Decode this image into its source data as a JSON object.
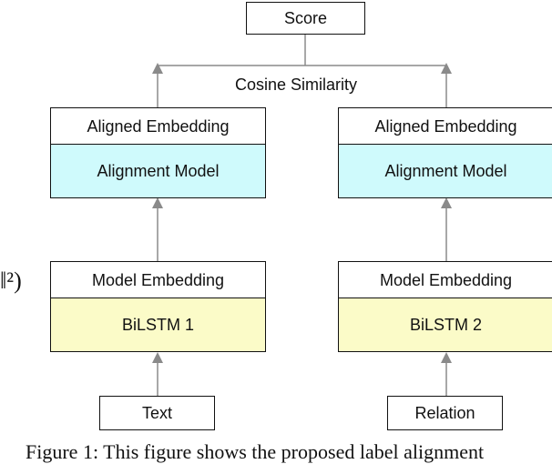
{
  "diagram": {
    "score": "Score",
    "similarity_label": "Cosine Similarity",
    "left": {
      "aligned_embedding": "Aligned Embedding",
      "alignment_model": "Alignment Model",
      "model_embedding": "Model Embedding",
      "encoder": "BiLSTM 1",
      "input": "Text"
    },
    "right": {
      "aligned_embedding": "Aligned Embedding",
      "alignment_model": "Alignment Model",
      "model_embedding": "Model Embedding",
      "encoder": "BiLSTM 2",
      "input": "Relation"
    },
    "left_cut_formula": "‖²)",
    "caption_fragment": "Figure 1: This figure shows the proposed label alignment"
  },
  "colors": {
    "alignment_fill": "#cffafc",
    "encoder_fill": "#fbfbc8",
    "arrow": "#8a8a8a"
  }
}
